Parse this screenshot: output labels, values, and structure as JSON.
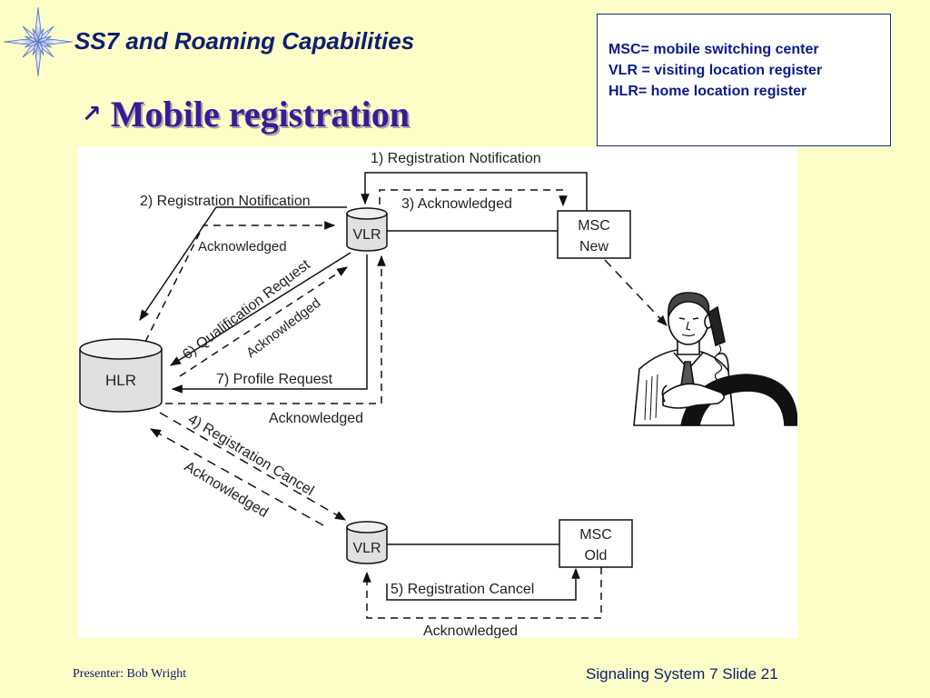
{
  "slide": {
    "title": "SS7 and Roaming Capabilities",
    "subtitle": "Mobile registration",
    "bullet_icon": "arrow-up-right",
    "accent_color": "#0d1f6e",
    "background_color": "#fdfdc8"
  },
  "legend": {
    "lines": [
      "MSC= mobile switching center",
      "VLR = visiting location register",
      "HLR= home location register"
    ]
  },
  "diagram": {
    "nodes": {
      "hlr": "HLR",
      "vlr_new": "VLR",
      "vlr_old": "VLR",
      "msc_new": [
        "MSC",
        "New"
      ],
      "msc_old": [
        "MSC",
        "Old"
      ]
    },
    "messages": {
      "m1": "1) Registration Notification",
      "m2": "2) Registration Notification",
      "m3": "3) Acknowledged",
      "m4": "4) Registration Cancel",
      "m5": "5) Registration Cancel",
      "m6": "6) Qualification Request",
      "m7": "7) Profile Request",
      "ack_m2": "Acknowledged",
      "ack_m6": "Acknowledged",
      "ack_m7": "Acknowledged",
      "ack_m4": "Acknowledged",
      "ack_m5": "Acknowledged"
    },
    "user_figure_icon": "person-driving-with-phone-icon"
  },
  "footer": {
    "presenter": "Presenter: Bob Wright",
    "slide_label": "Signaling System 7 Slide 21"
  }
}
